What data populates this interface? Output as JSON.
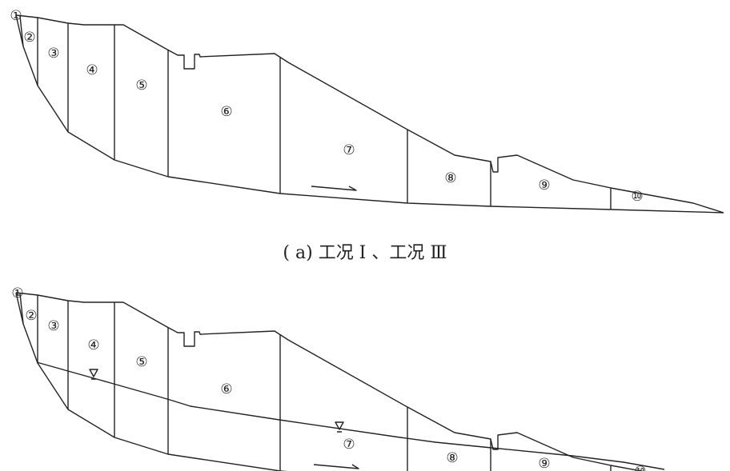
{
  "figure": {
    "caption_a": "( a)  工况 Ⅰ 、工况 Ⅲ",
    "slice_labels": [
      "①",
      "②",
      "③",
      "④",
      "⑤",
      "⑥",
      "⑦",
      "⑧",
      "⑨",
      "⑩"
    ],
    "line_color": "#222222"
  }
}
